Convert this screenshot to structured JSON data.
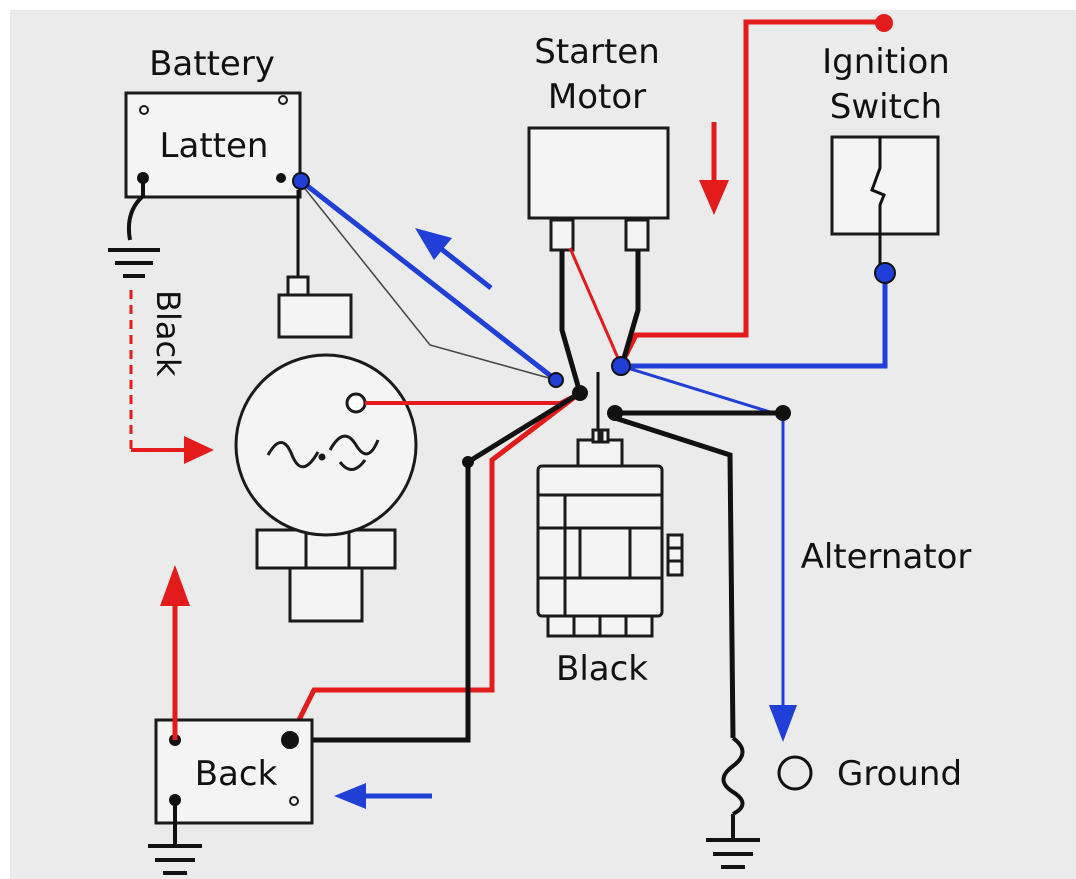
{
  "labels": {
    "battery_title": "Battery",
    "battery_inner": "Latten",
    "starter_line1": "Starten",
    "starter_line2": "Motor",
    "ignition_line1": "Ignition",
    "ignition_line2": "Switch",
    "black_vertical": "Black",
    "black_bottom": "Black",
    "alternator": "Alternator",
    "back_box": "Back",
    "ground": "Ground"
  },
  "colors": {
    "background": "#ebebeb",
    "red_wire": "#e31b1b",
    "blue_wire": "#1f3fd6",
    "black_wire": "#111111",
    "outline": "#1a1a1a",
    "box_fill": "#f4f4f4"
  },
  "icons": [
    "ground-symbol-icon",
    "arrow-icon",
    "coil-icon",
    "switch-icon",
    "terminal-dot-icon"
  ]
}
